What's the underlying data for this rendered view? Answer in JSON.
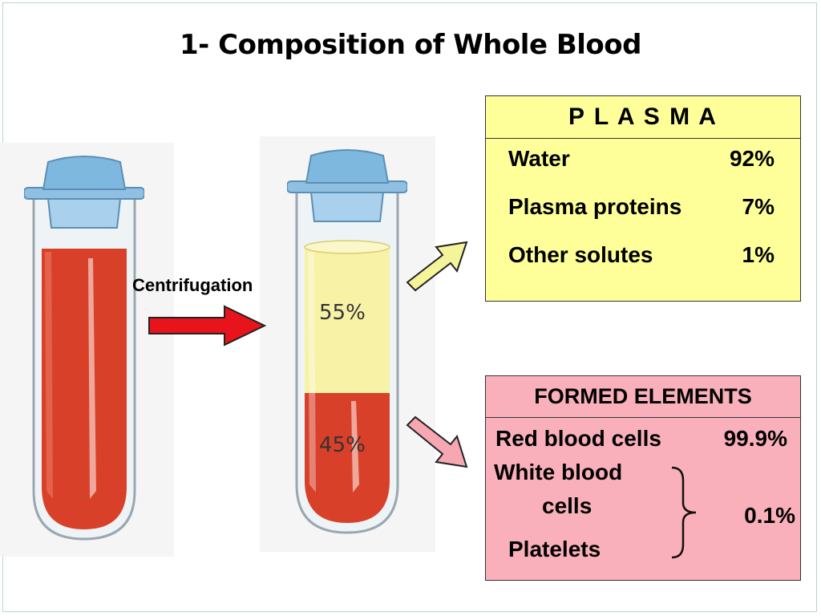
{
  "title": "1- Composition of Whole Blood",
  "centrifugation_label": "Centrifugation",
  "tube_labels": {
    "plasma_pct": "55%",
    "formed_pct": "45%"
  },
  "plasma": {
    "heading": "P L A S M A",
    "rows": [
      {
        "name": "Water",
        "value": "92%"
      },
      {
        "name": "Plasma proteins",
        "value": "7%"
      },
      {
        "name": "Other solutes",
        "value": "1%"
      }
    ]
  },
  "formed": {
    "heading": "FORMED ELEMENTS",
    "rbc": {
      "name": "Red blood cells",
      "value": "99.9%"
    },
    "wbc_line1": "White blood",
    "wbc_line2": "cells",
    "platelets": "Platelets",
    "group_value": "0.1%"
  },
  "colors": {
    "blood_red": "#d9402a",
    "plasma_yellow": "#f8f2a6",
    "plasma_box": "#ffff99",
    "formed_box": "#f9b0ba",
    "arrow_red": "#e8131b",
    "cap_blue": "#7fb8df"
  }
}
